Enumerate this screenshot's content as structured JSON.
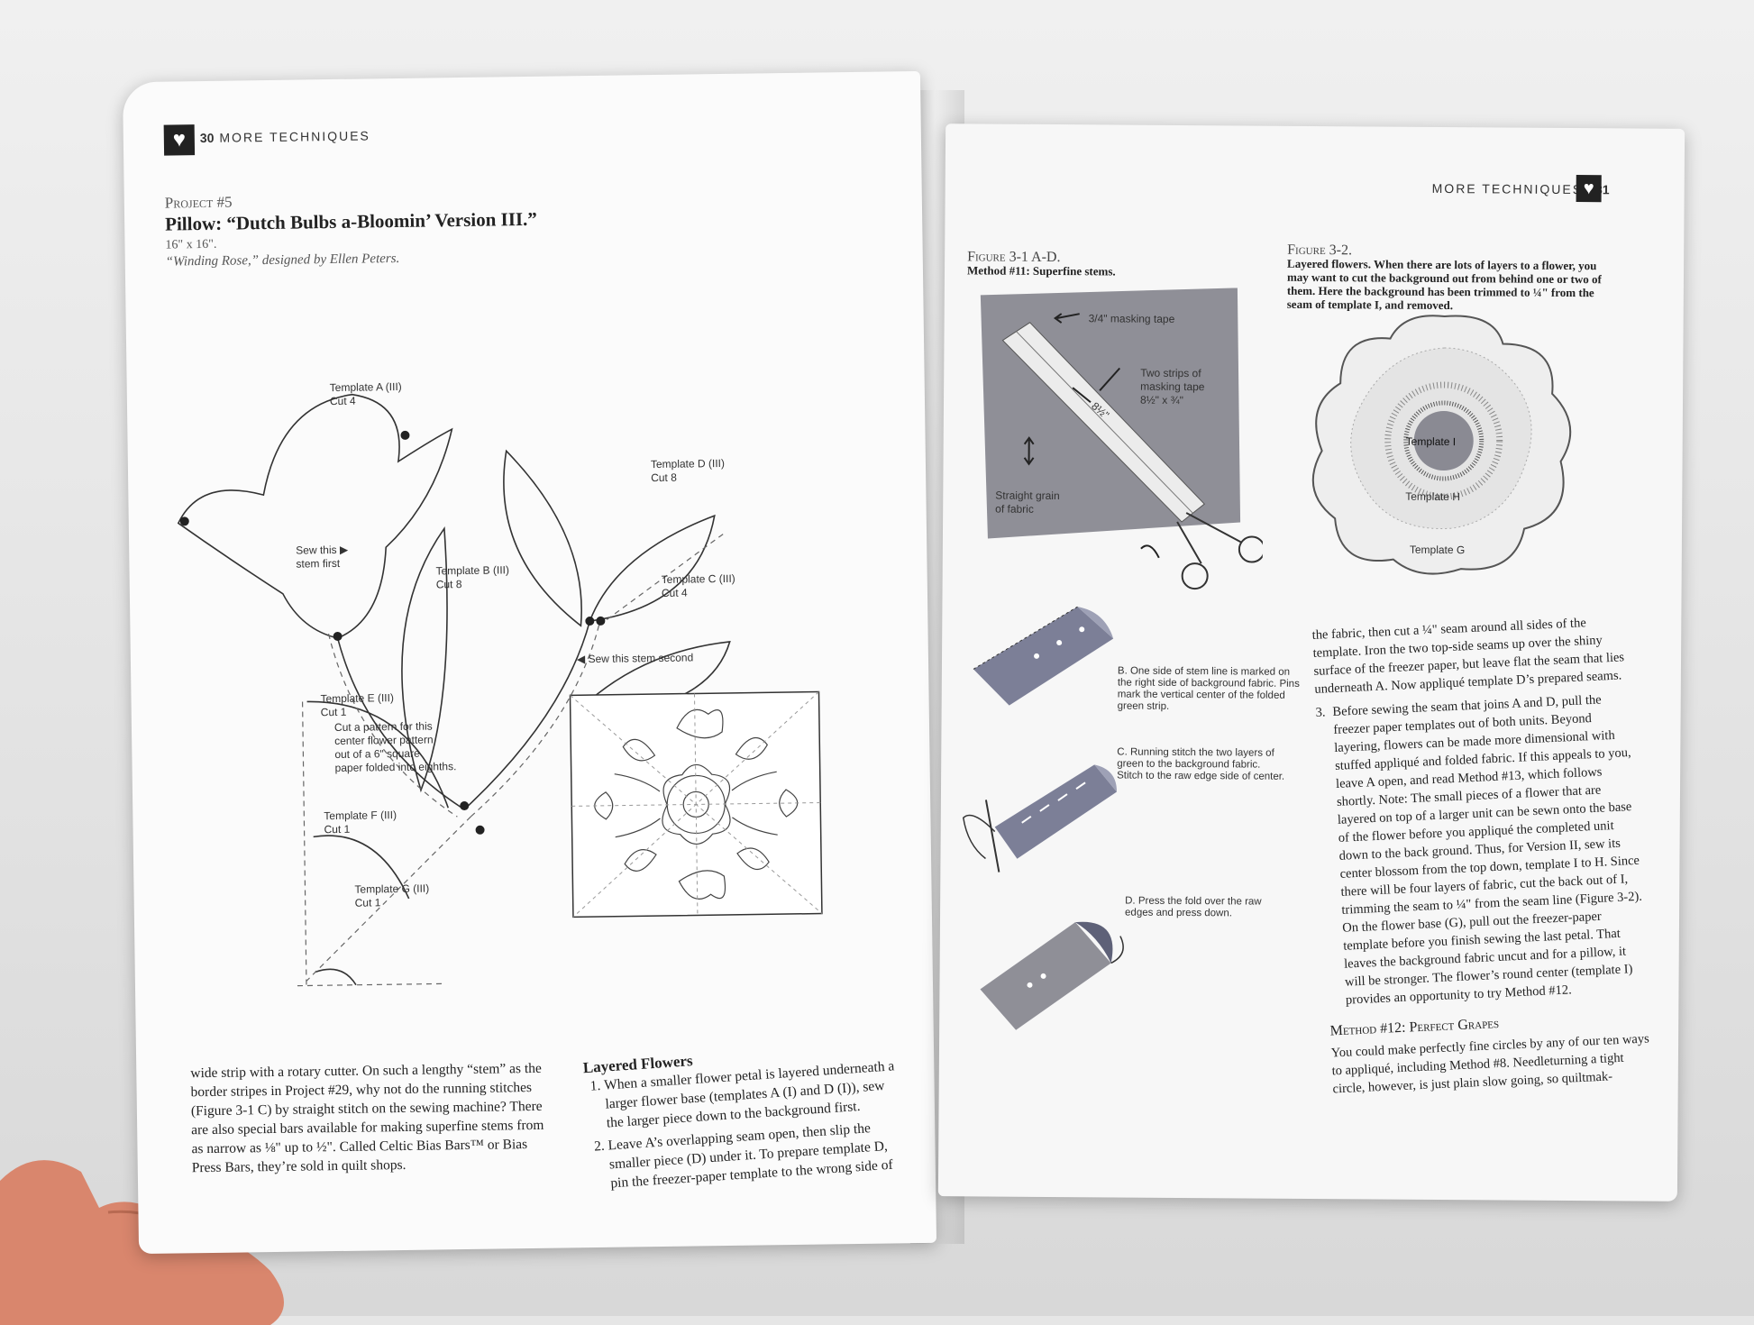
{
  "left_page": {
    "page_number": "30",
    "running_head": "MORE TECHNIQUES",
    "project_kicker": "Project #5",
    "project_title": "Pillow: “Dutch Bulbs a-Bloomin’ Version III.”",
    "project_size": "16\" x 16\".",
    "project_credit": "“Winding Rose,” designed by Ellen Peters.",
    "template_labels": {
      "a": "Template A (III)",
      "a_cut": "Cut 4",
      "b": "Template B (III)",
      "b_cut": "Cut 8",
      "c": "Template C (III)",
      "c_cut": "Cut 4",
      "d": "Template D (III)",
      "d_cut": "Cut 8",
      "e": "Template E (III)",
      "e_cut": "Cut 1",
      "f": "Template F (III)",
      "f_cut": "Cut 1",
      "g": "Template G (III)",
      "g_cut": "Cut 1",
      "sew_first_1": "Sew this ▶",
      "sew_first_2": "stem first",
      "sew_second": "◀ Sew this stem second",
      "center_note_1": "Cut a pattern for this",
      "center_note_2": "center flower pattern",
      "center_note_3": "out of a 6\" square",
      "center_note_4": "paper folded into eighths."
    },
    "body_left": "wide strip with a rotary cutter. On such a lengthy “stem” as the border stripes in Project #29, why not do the running stitches (Figure 3-1 C) by straight stitch on the sewing machine? There are also special bars available for making superfine stems from as narrow as ⅛\" up to ½\". Called Celtic Bias Bars™ or Bias Press Bars, they’re sold in quilt shops.",
    "layered_heading": "Layered Flowers",
    "layered_steps": [
      "When a smaller flower petal is layered underneath a larger flower base (templates A (I) and D (I)), sew the larger piece down to the background first.",
      "Leave A’s overlapping seam open, then slip the smaller piece (D) under it. To prepare template D, pin the freezer-paper template to the wrong side of"
    ]
  },
  "right_page": {
    "page_number": "31",
    "running_head": "MORE TECHNIQUES",
    "fig31_kicker": "Figure 3-1 A-D.",
    "fig31_caption": "Method #11: Superfine stems.",
    "fig31_labels": {
      "tape": "3/4\" masking tape",
      "strips_1": "Two strips of",
      "strips_2": "masking tape",
      "strips_3": "8½\" x ¾\"",
      "dim": "8½\"",
      "grain_1": "Straight grain",
      "grain_2": "of fabric",
      "b": "B. One side of stem line is marked on the right side of background fabric. Pins mark the vertical center of the folded green strip.",
      "c": "C. Running stitch the two layers of green to the background fabric. Stitch to the raw edge side of center.",
      "d": "D. Press the fold over the raw edges and press down."
    },
    "fig32_kicker": "Figure 3-2.",
    "fig32_caption": "Layered flowers. When there are lots of layers to a flower, you may want to cut the background out from behind one or two of them. Here the background has been trimmed to ¼\" from the seam of template I, and removed.",
    "fig32_labels": {
      "i": "Template I",
      "h": "Template H",
      "g": "Template G"
    },
    "body_cont": "the fabric, then cut a ¼\" seam around all sides of the template. Iron the two top-side seams up over the shiny surface of the freezer paper, but leave flat the seam that lies underneath A. Now appliqué template D’s prepared seams.",
    "step3_num": "3.",
    "step3": "Before sewing the seam that joins A and D, pull the freezer paper templates out of both units. Beyond layering, flowers can be made more dimensional with stuffed appliqué and folded fabric. If this appeals to you, leave A open, and read Method #13, which follows shortly. Note: The small pieces of a flower that are layered on top of a larger unit can be sewn onto the base of the flower before you appliqué the completed unit down to the back ground. Thus, for Version II, sew its center blossom from the top down, template I to H. Since there will be four layers of fabric, cut the back out of I, trimming the seam to ¼\" from the seam line (Figure 3-2). On the flower base (G), pull out the freezer-paper template before you finish sewing the last petal. That leaves the background fabric uncut and for a pillow, it will be stronger. The flower’s round center (template I) provides an opportunity to try Method #12.",
    "method12_heading": "Method #12: Perfect Grapes",
    "method12_body": "You could make perfectly fine circles by any of our ten ways to appliqué, including Method #8. Needleturning a tight circle, however, is just plain slow going, so quiltmak-"
  },
  "colors": {
    "paper": "#fbfbfb",
    "ink": "#222222",
    "fabric_gray": "#8f8f97",
    "fabric_blue": "#7c7f97",
    "template_i": "#8a8a93"
  }
}
